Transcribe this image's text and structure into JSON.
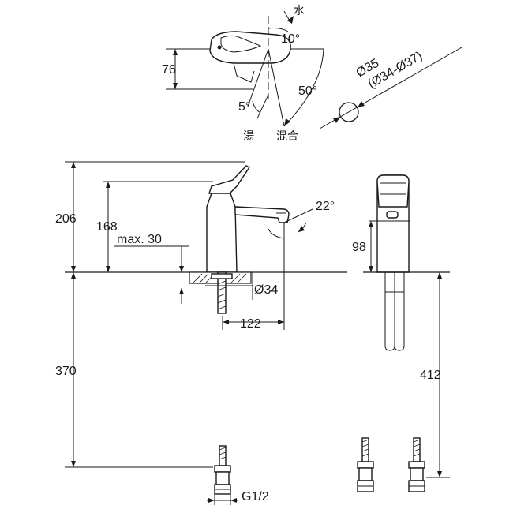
{
  "top_view": {
    "cold_label": "水",
    "angle_cold": "10°",
    "angle_hot": "5°",
    "angle_mix": "50°",
    "hot_label": "湯",
    "mix_label": "混合",
    "depth": "76"
  },
  "hole": {
    "diameter": "Ø35",
    "range": "(Ø34-Ø37)"
  },
  "side_view": {
    "height_total": "206",
    "height_spout": "168",
    "max_thickness": "max. 30",
    "nut_diameter": "Ø34",
    "reach": "122",
    "spout_angle": "22°",
    "hose_length": "370",
    "thread": "G1/2"
  },
  "front_view": {
    "spout_height": "98",
    "hose_length": "412"
  }
}
